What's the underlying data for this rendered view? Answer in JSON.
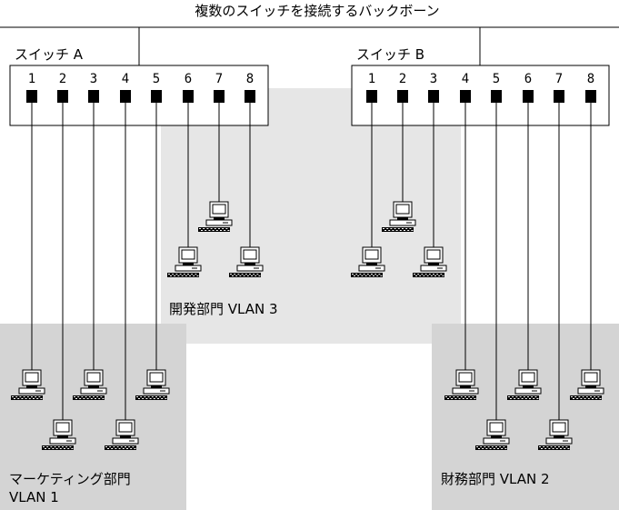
{
  "backbone_label": "複数のスイッチを接続するバックボーン",
  "switches": [
    {
      "id": "a",
      "label": "スイッチ A",
      "ports": [
        "1",
        "2",
        "3",
        "4",
        "5",
        "6",
        "7",
        "8"
      ]
    },
    {
      "id": "b",
      "label": "スイッチ B",
      "ports": [
        "1",
        "2",
        "3",
        "4",
        "5",
        "6",
        "7",
        "8"
      ]
    }
  ],
  "vlans": [
    {
      "id": "marketing",
      "name": "マーケティング部門",
      "vlan": "VLAN 1",
      "color": "#d4d4d4"
    },
    {
      "id": "dev",
      "name": "開発部門",
      "vlan": "VLAN 3",
      "color": "#e6e6e6"
    },
    {
      "id": "finance",
      "name": "財務部門",
      "vlan": "VLAN 2",
      "color": "#d4d4d4"
    }
  ],
  "icons": {
    "computer": "desktop-computer-icon",
    "port": "switch-port-icon"
  },
  "colors": {
    "line": "#000000",
    "background": "#ffffff"
  }
}
